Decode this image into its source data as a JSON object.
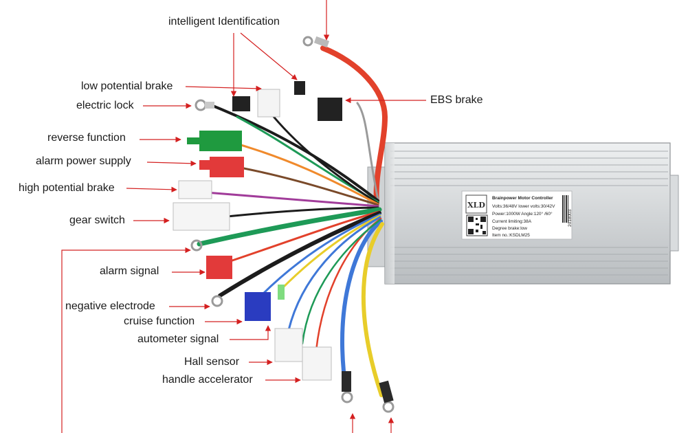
{
  "labels": {
    "intelligent_identification": "intelligent Identification",
    "low_potential_brake": "low potential brake",
    "electric_lock": "electric lock",
    "reverse_function": "reverse function",
    "alarm_power_supply": "alarm power supply",
    "high_potential_brake": "high potential brake",
    "gear_switch": "gear switch",
    "alarm_signal": "alarm signal",
    "negative_electrode": "negative electrode",
    "cruise_function": "cruise function",
    "autometer_signal": "autometer signal",
    "hall_sensor": "Hall sensor",
    "handle_accelerator": "handle accelerator",
    "ebs_brake": "EBS brake"
  },
  "nameplate": {
    "logo": "XLD",
    "title": "Brainpower Motor Controller",
    "line1": "Volts:36/48V lower volts:30/42V",
    "line2": "Power:1000W Angle:120° /60°",
    "line3": "Current limiting:38A",
    "line4": "Degree brake:low",
    "line5": "Item no.:KSDLM25",
    "side_code": "2018003"
  },
  "colors": {
    "arrow": "#d42020",
    "housing": "#d9dcde",
    "wire_red": "#e2412b",
    "wire_green": "#1e9a57",
    "wire_yellow": "#e8cd2a",
    "wire_blue": "#3f78d8",
    "wire_black": "#1c1c1c"
  }
}
